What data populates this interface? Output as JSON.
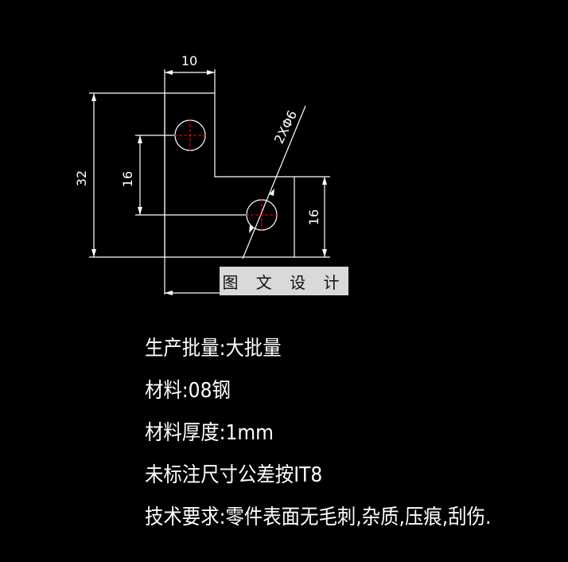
{
  "dimensions": {
    "top_width": "10",
    "overall_height": "32",
    "hole_spacing_left": "16",
    "hole_callout": "2XΦ6",
    "lower_height": "16"
  },
  "watermark": "图 文 设 计",
  "notes": [
    "生产批量:大批量",
    "材料:08钢",
    "材料厚度:1mm",
    "未标注尺寸公差按IT8",
    "技术要求:零件表面无毛刺,杂质,压痕,刮伤."
  ],
  "colors": {
    "background": "#000000",
    "line": "#ffffff",
    "centerline": "#ff0000",
    "watermark_bg": "#d9d9d9"
  }
}
